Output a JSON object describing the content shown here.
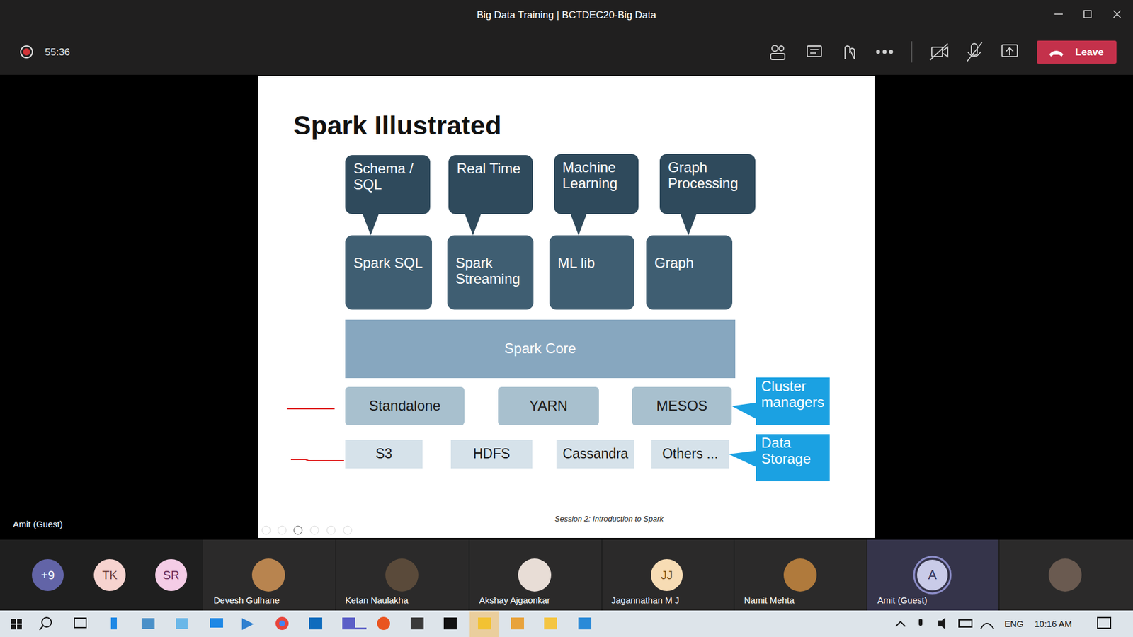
{
  "diagram": {
    "title": "Spark Illustrated",
    "caption": "Session 2: Introduction to Spark",
    "nodes": [
      {
        "text": [
          "Schema / SQL"
        ]
      },
      {
        "text": [
          "Real Time"
        ]
      },
      {
        "text": [
          "Machine Learning"
        ]
      },
      {
        "text": [
          "Graph Processing"
        ]
      },
      {
        "text": [
          "Spark SQL"
        ]
      },
      {
        "text": [
          "Spark Streaming"
        ]
      },
      {
        "text": [
          "ML lib"
        ]
      },
      {
        "text": [
          "Graph"
        ]
      },
      {
        "text": [
          "Spark Core"
        ]
      },
      {
        "text": [
          "Standalone"
        ]
      },
      {
        "text": [
          "YARN"
        ]
      },
      {
        "text": [
          "MESOS"
        ]
      },
      {
        "text": [
          "Cluster managers"
        ]
      },
      {
        "text": [
          "S3"
        ]
      },
      {
        "text": [
          "HDFS"
        ]
      },
      {
        "text": [
          "Cassandra"
        ]
      },
      {
        "text": [
          "Others ..."
        ]
      },
      {
        "text": [
          "Data Storage"
        ]
      }
    ],
    "edges": [
      {
        "from": 0,
        "to": 4,
        "arrow": "to"
      },
      {
        "from": 1,
        "to": 5,
        "arrow": "to"
      },
      {
        "from": 2,
        "to": 6,
        "arrow": "to"
      },
      {
        "from": 3,
        "to": 7,
        "arrow": "to"
      },
      {
        "from": 12,
        "to": 11,
        "arrow": "to"
      },
      {
        "from": 17,
        "to": 16,
        "arrow": "to"
      }
    ],
    "labels": [
      "Big Data Training | BCTDEC20-Big Data",
      "55:36",
      "Leave",
      "Amit (Guest)",
      "+9",
      "TK",
      "SR",
      "Devesh Gulhane",
      "Ketan Naulakha",
      "Akshay Ajgaonkar",
      "JJ",
      "Jagannathan M J",
      "Namit Mehta",
      "A",
      "Amit (Guest)",
      "ENG",
      "10:16 AM"
    ]
  }
}
